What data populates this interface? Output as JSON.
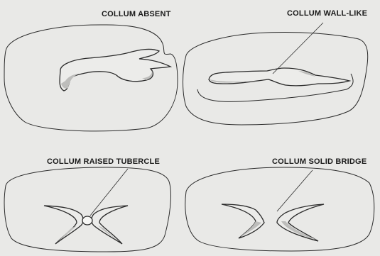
{
  "panels": [
    {
      "id": "absent",
      "label": "COLLUM ABSENT"
    },
    {
      "id": "wall-like",
      "label": "COLLUM  WALL-LIKE"
    },
    {
      "id": "raised-tubercle",
      "label": "COLLUM  RAISED TUBERCLE"
    },
    {
      "id": "solid-bridge",
      "label": "COLLUM  SOLID BRIDGE"
    }
  ]
}
